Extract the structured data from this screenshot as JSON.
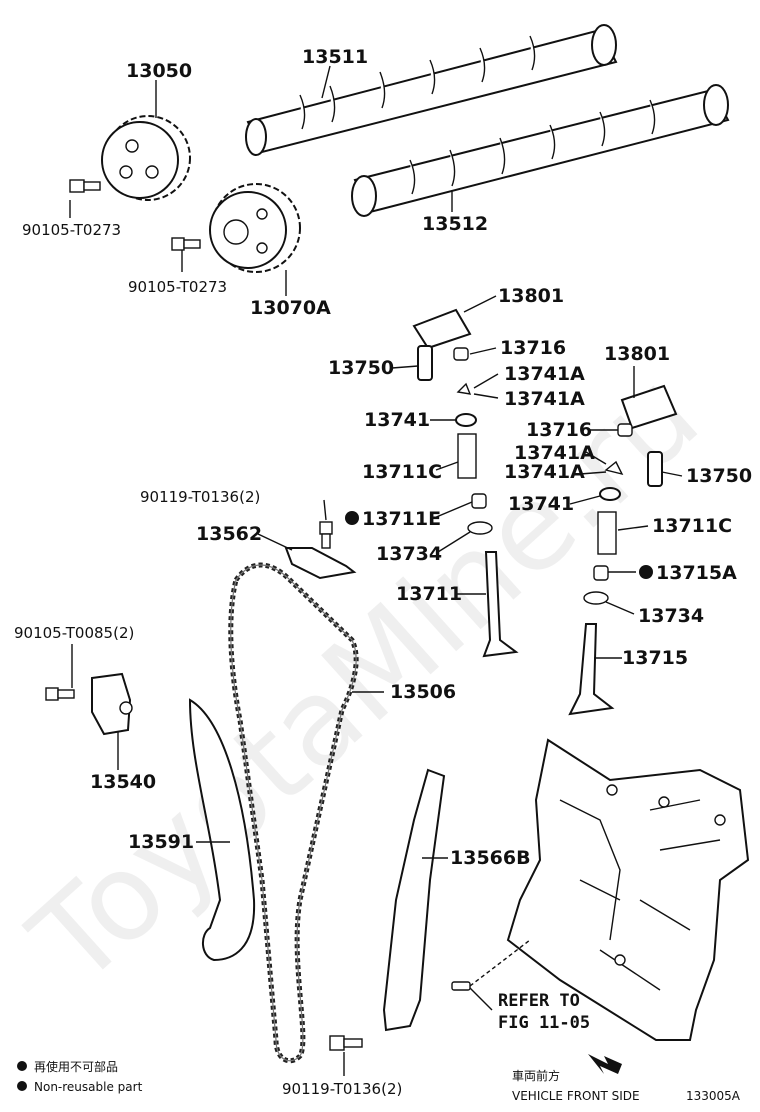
{
  "watermark": "ToyotaMine.ru",
  "parts": {
    "p13050": "13050",
    "p13511": "13511",
    "p13512": "13512",
    "p90105_t0273_a": "90105-T0273",
    "p90105_t0273_b": "90105-T0273",
    "p13070a": "13070A",
    "p13801_a": "13801",
    "p13801_b": "13801",
    "p13716_a": "13716",
    "p13716_b": "13716",
    "p13750_a": "13750",
    "p13750_b": "13750",
    "p13741a_1": "13741A",
    "p13741a_2": "13741A",
    "p13741a_3": "13741A",
    "p13741a_4": "13741A",
    "p13741_a": "13741",
    "p13741_b": "13741",
    "p13711c_a": "13711C",
    "p13711c_b": "13711C",
    "p90119_t0136_a": "90119-T0136(2)",
    "p13711e": "13711E",
    "p13562": "13562",
    "p13734_a": "13734",
    "p13734_b": "13734",
    "p13715a": "13715A",
    "p13711": "13711",
    "p13715": "13715",
    "p90105_t0085": "90105-T0085(2)",
    "p13506": "13506",
    "p13540": "13540",
    "p13591": "13591",
    "p13566b": "13566B",
    "p90119_t0136_b": "90119-T0136(2)"
  },
  "refer": {
    "line1": "REFER TO",
    "line2": "FIG 11-05"
  },
  "legend": {
    "jp": "再使用不可部品",
    "en": "Non-reusable part"
  },
  "footer": {
    "front_jp": "車両前方",
    "front_en": "VEHICLE FRONT SIDE",
    "fig_code": "133005A"
  }
}
